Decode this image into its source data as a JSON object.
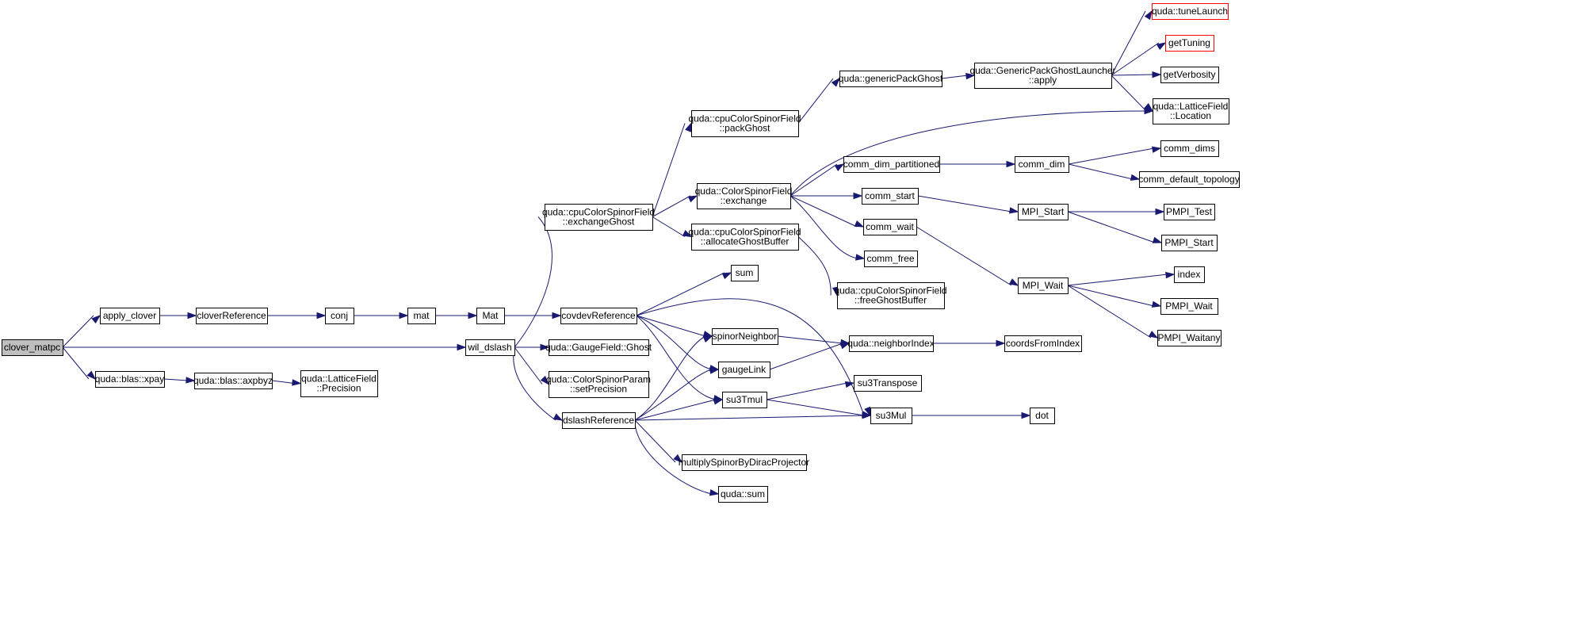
{
  "colors": {
    "edge": "#191970",
    "node_border": "#000000",
    "node_border_truncated": "#ff0000",
    "node_fill": "#ffffff",
    "root_fill": "#bfbfbf"
  },
  "nodes": [
    {
      "id": "clover_matpc",
      "lines": [
        "clover_matpc"
      ],
      "root": true
    },
    {
      "id": "apply_clover",
      "lines": [
        "apply_clover"
      ]
    },
    {
      "id": "cloverReference",
      "lines": [
        "cloverReference"
      ]
    },
    {
      "id": "conj",
      "lines": [
        "conj"
      ]
    },
    {
      "id": "mat",
      "lines": [
        "mat"
      ]
    },
    {
      "id": "Mat",
      "lines": [
        "Mat"
      ]
    },
    {
      "id": "covdevReference",
      "lines": [
        "covdevReference"
      ]
    },
    {
      "id": "sum",
      "lines": [
        "sum"
      ]
    },
    {
      "id": "spinorNeighbor",
      "lines": [
        "spinorNeighbor"
      ]
    },
    {
      "id": "gaugeLink",
      "lines": [
        "gaugeLink"
      ]
    },
    {
      "id": "su3Tmul",
      "lines": [
        "su3Tmul"
      ]
    },
    {
      "id": "su3Mul",
      "lines": [
        "su3Mul"
      ]
    },
    {
      "id": "wil_dslash",
      "lines": [
        "wil_dslash"
      ]
    },
    {
      "id": "cpuExchangeGhost",
      "lines": [
        "quda::cpuColorSpinorField",
        "::exchangeGhost"
      ]
    },
    {
      "id": "cpuPackGhost",
      "lines": [
        "quda::cpuColorSpinorField",
        "::packGhost"
      ]
    },
    {
      "id": "genericPackGhost",
      "lines": [
        "quda::genericPackGhost"
      ]
    },
    {
      "id": "launcherApply",
      "lines": [
        "quda::GenericPackGhostLauncher",
        "::apply"
      ]
    },
    {
      "id": "tuneLaunch",
      "lines": [
        "quda::tuneLaunch"
      ],
      "truncated": true
    },
    {
      "id": "getTuning",
      "lines": [
        "getTuning"
      ],
      "truncated": true
    },
    {
      "id": "getVerbosity",
      "lines": [
        "getVerbosity"
      ]
    },
    {
      "id": "latticeLocation",
      "lines": [
        "quda::LatticeField",
        "::Location"
      ]
    },
    {
      "id": "csfExchange",
      "lines": [
        "quda::ColorSpinorField",
        "::exchange"
      ]
    },
    {
      "id": "commDimPartitioned",
      "lines": [
        "comm_dim_partitioned"
      ]
    },
    {
      "id": "commDim",
      "lines": [
        "comm_dim"
      ]
    },
    {
      "id": "commDims",
      "lines": [
        "comm_dims"
      ]
    },
    {
      "id": "commDefaultTopology",
      "lines": [
        "comm_default_topology"
      ]
    },
    {
      "id": "commStart",
      "lines": [
        "comm_start"
      ]
    },
    {
      "id": "mpiStart",
      "lines": [
        "MPI_Start"
      ]
    },
    {
      "id": "pmpiTest",
      "lines": [
        "PMPI_Test"
      ]
    },
    {
      "id": "pmpiStart",
      "lines": [
        "PMPI_Start"
      ]
    },
    {
      "id": "commWait",
      "lines": [
        "comm_wait"
      ]
    },
    {
      "id": "mpiWait",
      "lines": [
        "MPI_Wait"
      ]
    },
    {
      "id": "index",
      "lines": [
        "index"
      ]
    },
    {
      "id": "pmpiWait",
      "lines": [
        "PMPI_Wait"
      ]
    },
    {
      "id": "pmpiWaitany",
      "lines": [
        "PMPI_Waitany"
      ]
    },
    {
      "id": "commFree",
      "lines": [
        "comm_free"
      ]
    },
    {
      "id": "allocateGhostBuffer",
      "lines": [
        "quda::cpuColorSpinorField",
        "::allocateGhostBuffer"
      ]
    },
    {
      "id": "freeGhostBuffer",
      "lines": [
        "quda::cpuColorSpinorField",
        "::freeGhostBuffer"
      ]
    },
    {
      "id": "neighborIndex",
      "lines": [
        "quda::neighborIndex"
      ]
    },
    {
      "id": "coordsFromIndex",
      "lines": [
        "coordsFromIndex"
      ]
    },
    {
      "id": "gaugeGhost",
      "lines": [
        "quda::GaugeField::Ghost"
      ]
    },
    {
      "id": "setPrecision",
      "lines": [
        "quda::ColorSpinorParam",
        "::setPrecision"
      ]
    },
    {
      "id": "dslashReference",
      "lines": [
        "dslashReference"
      ]
    },
    {
      "id": "su3Transpose",
      "lines": [
        "su3Transpose"
      ]
    },
    {
      "id": "dot",
      "lines": [
        "dot"
      ]
    },
    {
      "id": "multiplySpinor",
      "lines": [
        "multiplySpinorByDiracProjector"
      ]
    },
    {
      "id": "qudaSum",
      "lines": [
        "quda::sum"
      ]
    },
    {
      "id": "blasXpay",
      "lines": [
        "quda::blas::xpay"
      ]
    },
    {
      "id": "blasAxpbyz",
      "lines": [
        "quda::blas::axpbyz"
      ]
    },
    {
      "id": "latticePrecision",
      "lines": [
        "quda::LatticeField",
        "::Precision"
      ]
    }
  ],
  "edges": [
    [
      "clover_matpc",
      "apply_clover"
    ],
    [
      "clover_matpc",
      "wil_dslash"
    ],
    [
      "clover_matpc",
      "blasXpay"
    ],
    [
      "apply_clover",
      "cloverReference"
    ],
    [
      "cloverReference",
      "conj"
    ],
    [
      "conj",
      "mat"
    ],
    [
      "mat",
      "Mat"
    ],
    [
      "Mat",
      "covdevReference"
    ],
    [
      "covdevReference",
      "sum"
    ],
    [
      "covdevReference",
      "spinorNeighbor"
    ],
    [
      "covdevReference",
      "gaugeLink"
    ],
    [
      "covdevReference",
      "su3Tmul"
    ],
    [
      "covdevReference",
      "su3Mul"
    ],
    [
      "wil_dslash",
      "cpuExchangeGhost"
    ],
    [
      "wil_dslash",
      "gaugeGhost"
    ],
    [
      "wil_dslash",
      "setPrecision"
    ],
    [
      "wil_dslash",
      "dslashReference"
    ],
    [
      "cpuExchangeGhost",
      "cpuPackGhost"
    ],
    [
      "cpuExchangeGhost",
      "csfExchange"
    ],
    [
      "cpuExchangeGhost",
      "allocateGhostBuffer"
    ],
    [
      "cpuPackGhost",
      "genericPackGhost"
    ],
    [
      "genericPackGhost",
      "launcherApply"
    ],
    [
      "launcherApply",
      "tuneLaunch"
    ],
    [
      "launcherApply",
      "getTuning"
    ],
    [
      "launcherApply",
      "getVerbosity"
    ],
    [
      "launcherApply",
      "latticeLocation"
    ],
    [
      "csfExchange",
      "latticeLocation"
    ],
    [
      "csfExchange",
      "commDimPartitioned"
    ],
    [
      "csfExchange",
      "commStart"
    ],
    [
      "csfExchange",
      "commWait"
    ],
    [
      "csfExchange",
      "commFree"
    ],
    [
      "commDimPartitioned",
      "commDim"
    ],
    [
      "commDim",
      "commDims"
    ],
    [
      "commDim",
      "commDefaultTopology"
    ],
    [
      "commStart",
      "mpiStart"
    ],
    [
      "mpiStart",
      "pmpiTest"
    ],
    [
      "mpiStart",
      "pmpiStart"
    ],
    [
      "commWait",
      "mpiWait"
    ],
    [
      "mpiWait",
      "index"
    ],
    [
      "mpiWait",
      "pmpiWait"
    ],
    [
      "mpiWait",
      "pmpiWaitany"
    ],
    [
      "allocateGhostBuffer",
      "freeGhostBuffer"
    ],
    [
      "spinorNeighbor",
      "neighborIndex"
    ],
    [
      "gaugeLink",
      "neighborIndex"
    ],
    [
      "neighborIndex",
      "coordsFromIndex"
    ],
    [
      "dslashReference",
      "spinorNeighbor"
    ],
    [
      "dslashReference",
      "gaugeLink"
    ],
    [
      "dslashReference",
      "su3Tmul"
    ],
    [
      "dslashReference",
      "su3Mul"
    ],
    [
      "dslashReference",
      "multiplySpinor"
    ],
    [
      "dslashReference",
      "qudaSum"
    ],
    [
      "su3Tmul",
      "su3Transpose"
    ],
    [
      "su3Tmul",
      "su3Mul"
    ],
    [
      "su3Mul",
      "dot"
    ],
    [
      "blasXpay",
      "blasAxpbyz"
    ],
    [
      "blasAxpbyz",
      "latticePrecision"
    ]
  ]
}
